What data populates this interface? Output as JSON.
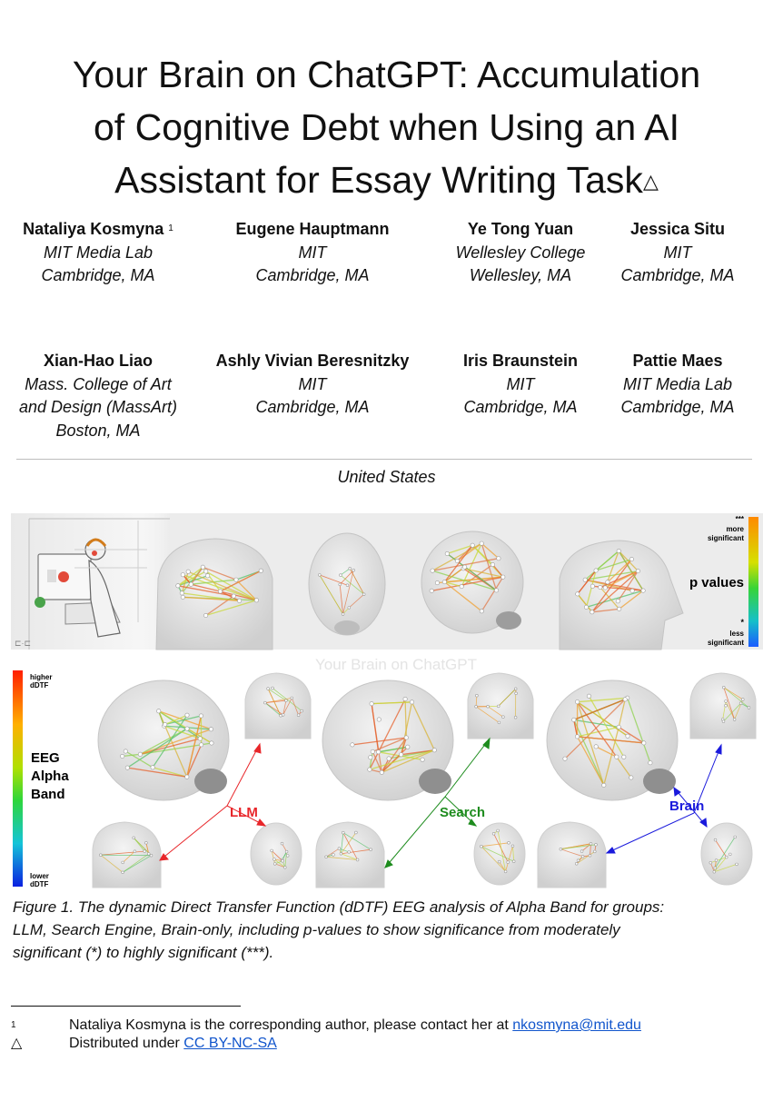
{
  "title": {
    "line1": "Your Brain on ChatGPT: Accumulation",
    "line2": "of Cognitive Debt when Using an AI",
    "line3": "Assistant for Essay Writing Task",
    "mark": "△"
  },
  "authors": [
    {
      "name": "Nataliya Kosmyna",
      "sup": "1",
      "aff1": "MIT Media Lab",
      "aff2": "Cambridge, MA",
      "aff3": ""
    },
    {
      "name": "Eugene Hauptmann",
      "sup": "",
      "aff1": "MIT",
      "aff2": "Cambridge, MA",
      "aff3": ""
    },
    {
      "name": "Ye Tong Yuan",
      "sup": "",
      "aff1": "Wellesley College",
      "aff2": "Wellesley, MA",
      "aff3": ""
    },
    {
      "name": "Jessica Situ",
      "sup": "",
      "aff1": "MIT",
      "aff2": "Cambridge, MA",
      "aff3": ""
    },
    {
      "name": "Xian-Hao Liao",
      "sup": "",
      "aff1": "Mass. College of Art",
      "aff2": "and Design (MassArt)",
      "aff3": "Boston, MA"
    },
    {
      "name": "Ashly Vivian Beresnitzky",
      "sup": "",
      "aff1": "MIT",
      "aff2": "Cambridge, MA",
      "aff3": ""
    },
    {
      "name": "Iris Braunstein",
      "sup": "",
      "aff1": "MIT",
      "aff2": "Cambridge, MA",
      "aff3": ""
    },
    {
      "name": "Pattie Maes",
      "sup": "",
      "aff1": "MIT Media Lab",
      "aff2": "Cambridge, MA",
      "aff3": ""
    }
  ],
  "country": "United States",
  "figure": {
    "watermark": "Your Brain on ChatGPT",
    "pvalue_label": "p values",
    "pvalue_top_marks": "***",
    "pvalue_top_1": "more",
    "pvalue_top_2": "significant",
    "pvalue_bottom_marks": "*",
    "pvalue_bottom_1": "less",
    "pvalue_bottom_2": "significant",
    "ddtf_top_1": "higher",
    "ddtf_top_2": "dDTF",
    "ddtf_bottom_1": "lower",
    "ddtf_bottom_2": "dDTF",
    "band_1": "EEG",
    "band_2": "Alpha",
    "band_3": "Band",
    "group_llm": "LLM",
    "group_search": "Search",
    "group_brain": "Brain",
    "colors": {
      "llm": "#e8262a",
      "search": "#1e8c1e",
      "brain": "#1a1adc"
    }
  },
  "caption": {
    "line1": "Figure 1. The dynamic Direct Transfer Function (dDTF) EEG analysis of Alpha Band for groups:",
    "line2": "LLM, Search Engine, Brain-only, including p-values to show significance from moderately",
    "line3": "significant (*) to highly significant (***)."
  },
  "footnotes": [
    {
      "mark": "1",
      "text": "Nataliya Kosmyna is the corresponding author, please contact her at ",
      "link": "nkosmyna@mit.edu"
    },
    {
      "mark": "△",
      "text": "Distributed under ",
      "link": "CC BY-NC-SA"
    }
  ]
}
